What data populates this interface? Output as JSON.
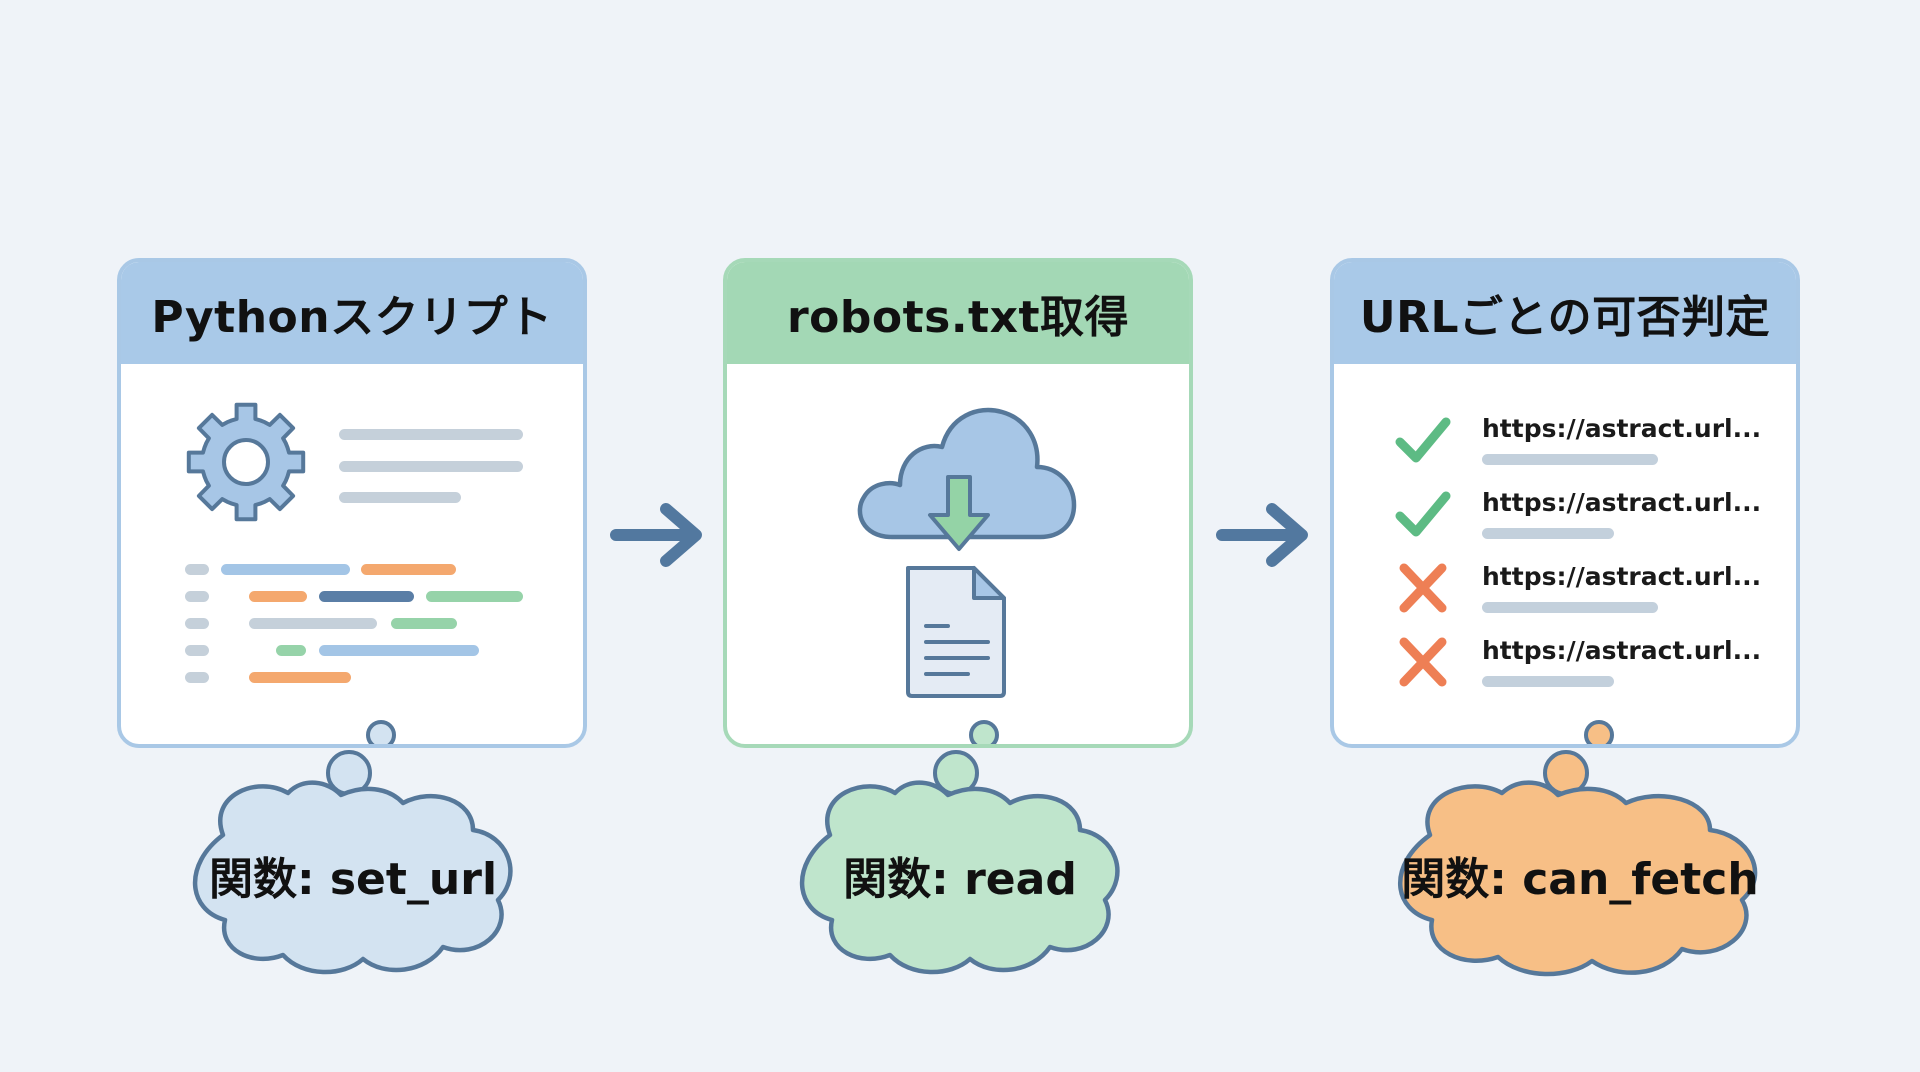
{
  "diagram": {
    "steps": [
      {
        "title": "Pythonスクリプト",
        "icon": "gear-icon",
        "function_label": "関数: set_url",
        "cloud_color": "#d3e3f1"
      },
      {
        "title": "robots.txt取得",
        "icon": "cloud-download-icon",
        "function_label": "関数: read",
        "cloud_color": "#bfe5cc"
      },
      {
        "title": "URLごとの可否判定",
        "icon": "url-check-list",
        "function_label": "関数: can_fetch",
        "cloud_color": "#f7bf86",
        "urls": [
          {
            "text": "https://astract.url...",
            "status": "allowed"
          },
          {
            "text": "https://astract.url...",
            "status": "allowed"
          },
          {
            "text": "https://astract.url...",
            "status": "disallowed"
          },
          {
            "text": "https://astract.url...",
            "status": "disallowed"
          }
        ]
      }
    ],
    "connectors": [
      "arrow-right-icon",
      "arrow-right-icon"
    ]
  },
  "colors": {
    "background": "#eff3f8",
    "header_blue": "#a9c9e8",
    "header_green": "#a3d8b5",
    "outline": "#56789a",
    "check": "#5dbb84",
    "cross": "#ee7f55",
    "arrow": "#52789f"
  }
}
